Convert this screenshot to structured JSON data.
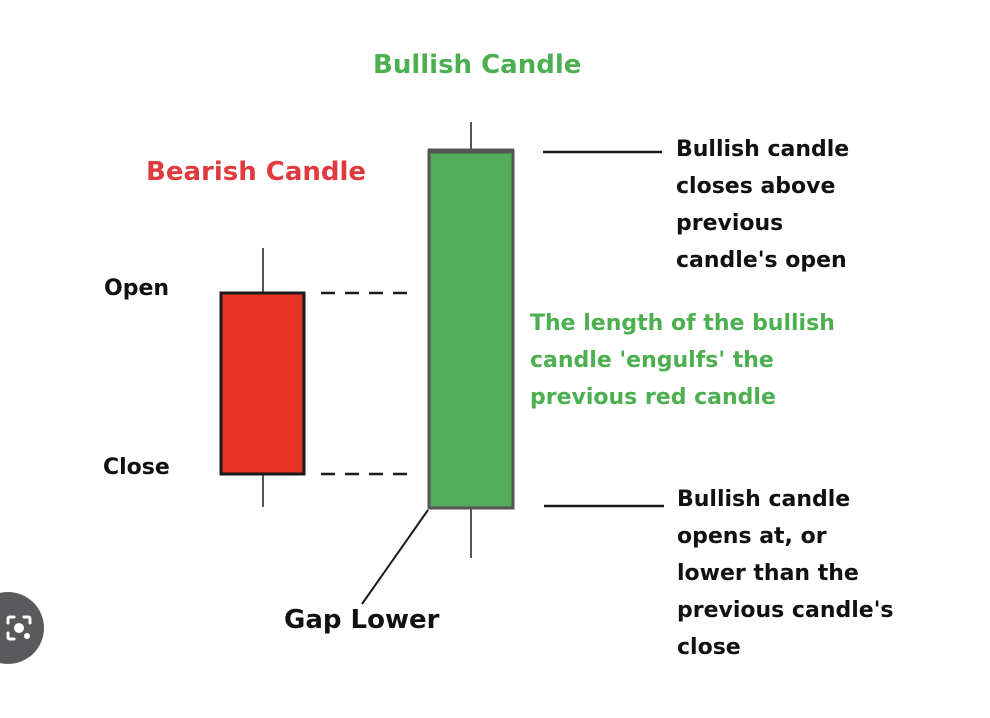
{
  "titles": {
    "bullish": "Bullish Candle",
    "bearish": "Bearish Candle"
  },
  "labels": {
    "open": "Open",
    "close": "Close",
    "gap_lower": "Gap Lower"
  },
  "notes": {
    "top": [
      "Bullish candle",
      "closes above",
      "previous",
      "candle's open"
    ],
    "middle": [
      "The length of the bullish",
      "candle 'engulfs' the",
      "previous red candle"
    ],
    "bottom": [
      "Bullish candle",
      "opens at, or",
      "lower than the",
      "previous candle's",
      "close"
    ]
  },
  "colors": {
    "bullish": "#52ad5a",
    "bullish_text": "#4caf50",
    "bearish": "#e63325",
    "bearish_text": "#e0393e",
    "outline": "#1a1a1a",
    "bullish_outline": "#555555",
    "text": "#111111"
  },
  "overlay": {
    "icon": "lens-search-icon"
  }
}
